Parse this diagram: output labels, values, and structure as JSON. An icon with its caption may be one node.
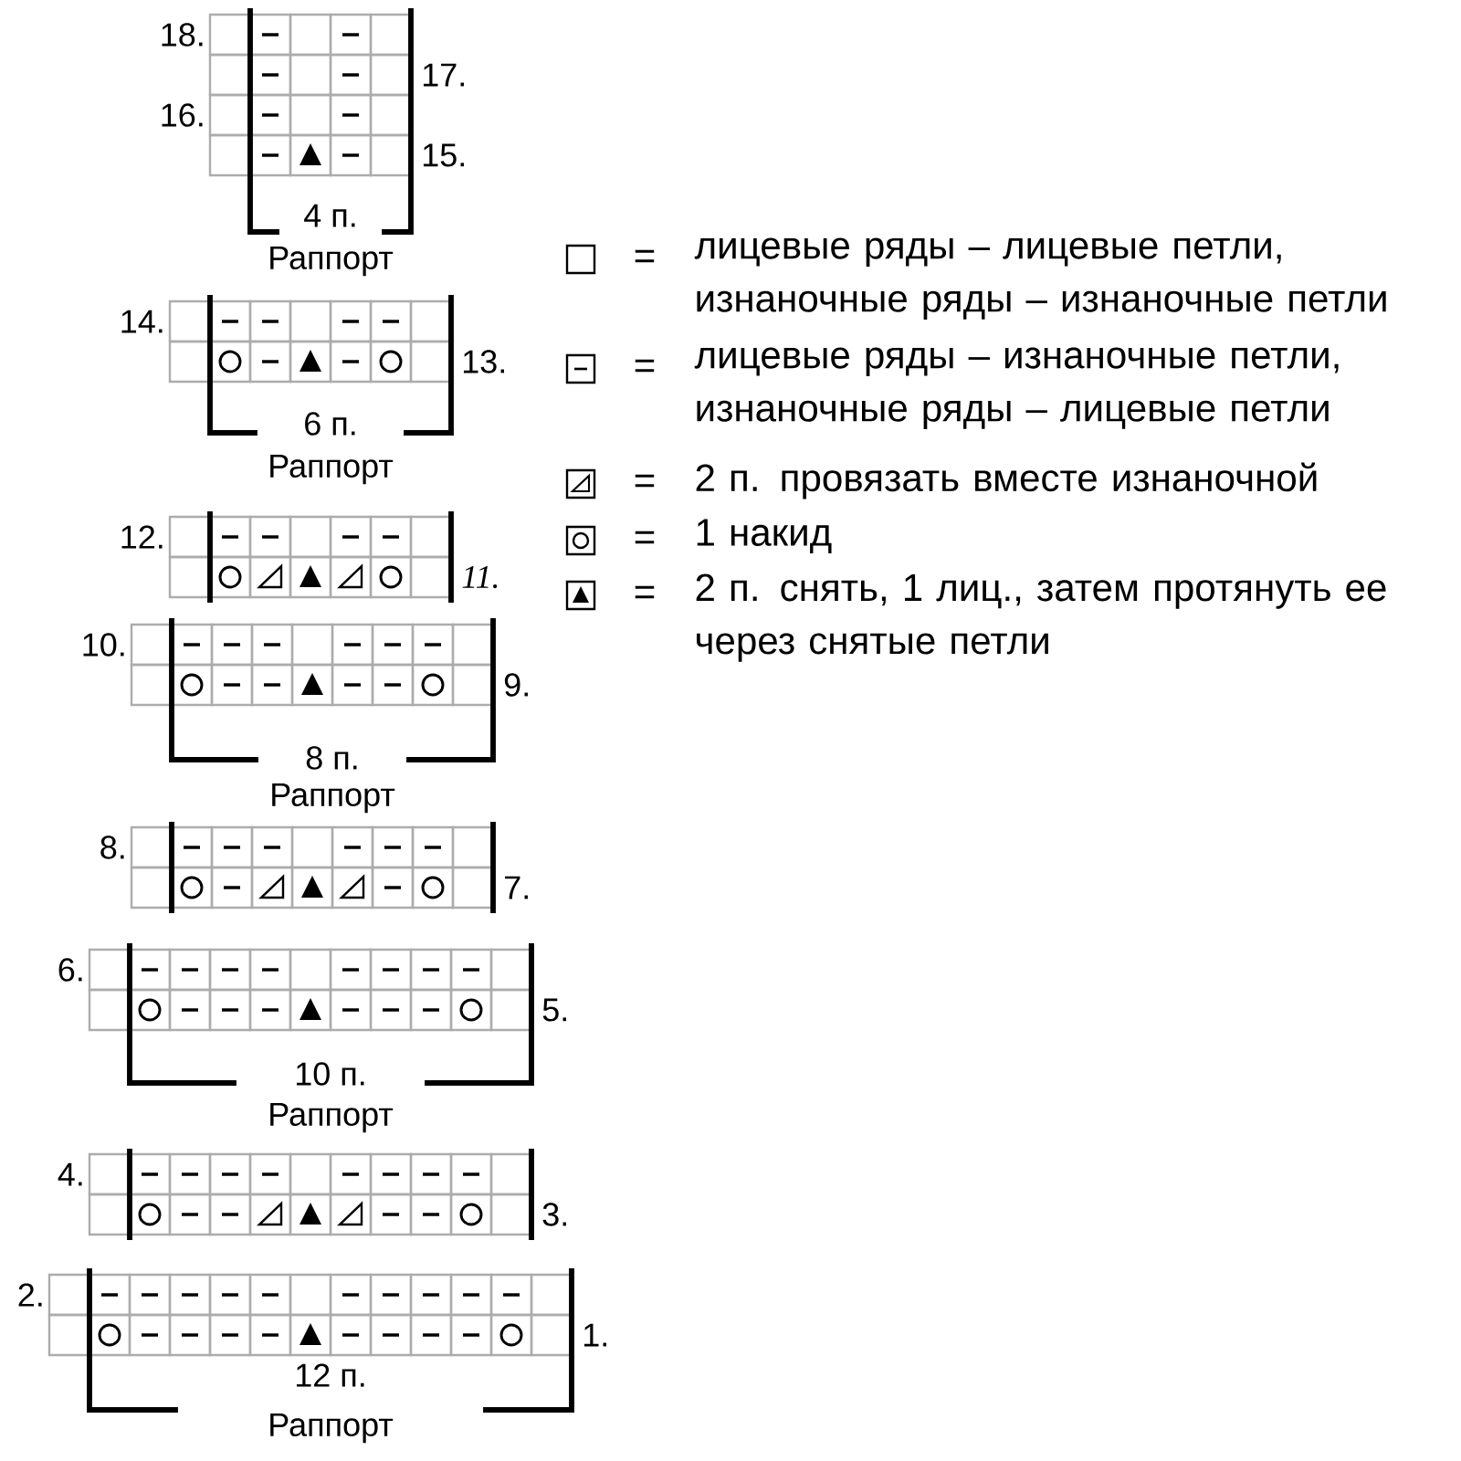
{
  "diagram": {
    "labels": [
      "18.",
      "17.",
      "16.",
      "15.",
      "4 п.",
      "Раппорт",
      "14.",
      "13.",
      "6 п.",
      "Раппорт",
      "12.",
      "11.",
      "10.",
      "9.",
      "8 п.",
      "Раппорт",
      "8.",
      "7.",
      "6.",
      "5.",
      "10 п.",
      "Раппорт",
      "4.",
      "3.",
      "2.",
      "1.",
      "12 п.",
      "Раппорт",
      "=",
      "=",
      "=",
      "=",
      "="
    ],
    "legend": [
      {
        "text": "лицевые ряды – лицевые петли, изнаночные ряды – изнаночные петли"
      },
      {
        "text": "лицевые ряды – изнаночные петли, изнаночные ряды – лицевые петли"
      },
      {
        "text": "2 п. провязать вместе изнаночной"
      },
      {
        "text": "1 накид"
      },
      {
        "text": "2 п. снять, 1 лиц., затем протянуть ее через снятые петли"
      }
    ]
  }
}
